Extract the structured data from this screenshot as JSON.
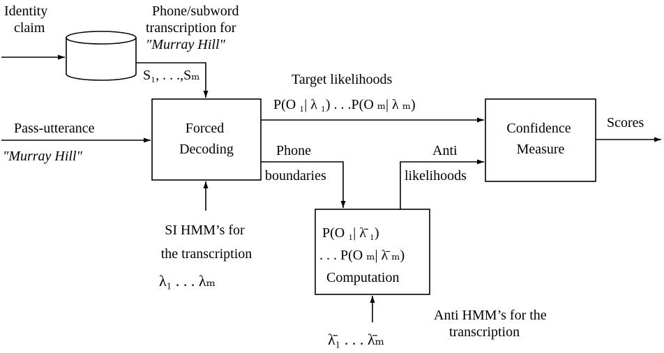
{
  "inputs": {
    "identity_claim": [
      "Identity",
      "claim"
    ],
    "phone_transcription": [
      "Phone/subword",
      "transcription for",
      "″Murray Hill″"
    ],
    "state_sequence": "S₁, . . .,Sₘ",
    "pass_utterance": "Pass-utterance",
    "pass_phrase": "″Murray Hill″",
    "si_hmm": [
      "SI HMM’s for",
      "the transcription"
    ],
    "si_models": "λ₁ . . . λₘ",
    "anti_hmm": [
      "Anti HMM’s for the",
      "transcription"
    ],
    "anti_models": "λ̄₁ . . . λ̄ₘ"
  },
  "blocks": {
    "forced_decoding": [
      "Forced",
      "Decoding"
    ],
    "confidence_measure": [
      "Confidence",
      "Measure"
    ],
    "anti_computation": [
      "P(O ₁| λ̄ ₁)",
      ". . . P(O ₘ| λ̄ ₘ)",
      "Computation"
    ]
  },
  "signals": {
    "target_likelihoods": "Target likelihoods",
    "target_formula": "P(O ₁| λ ₁) . . .P(O ₘ| λ ₘ)",
    "phone_boundaries": [
      "Phone",
      "boundaries"
    ],
    "anti_likelihoods": [
      "Anti",
      "likelihoods"
    ],
    "scores": "Scores"
  }
}
